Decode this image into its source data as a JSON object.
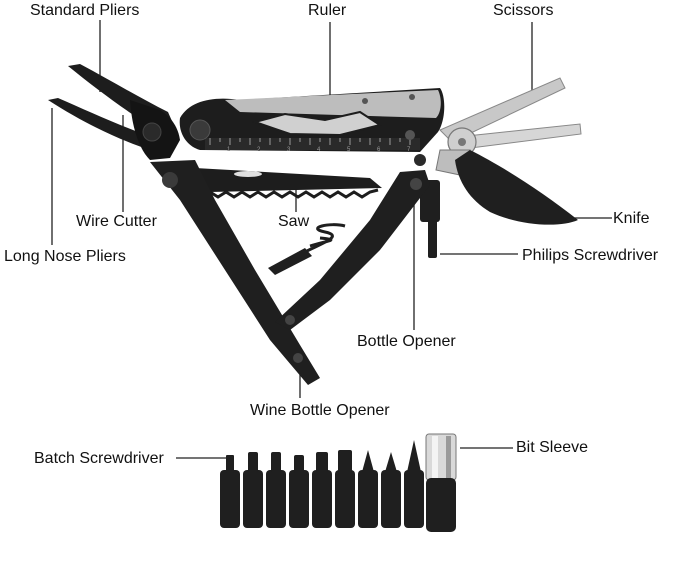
{
  "labels": {
    "standard_pliers": "Standard Pliers",
    "ruler": "Ruler",
    "scissors": "Scissors",
    "wire_cutter": "Wire Cutter",
    "saw": "Saw",
    "knife": "Knife",
    "long_nose_pliers": "Long Nose Pliers",
    "philips_screwdriver": "Philips Screwdriver",
    "bottle_opener": "Bottle Opener",
    "wine_bottle_opener": "Wine Bottle Opener",
    "batch_screwdriver": "Batch Screwdriver",
    "bit_sleeve": "Bit Sleeve"
  },
  "ruler_marks": [
    "1",
    "2",
    "3",
    "4",
    "5",
    "6",
    "7"
  ],
  "colors": {
    "tool_black": "#1a1a1a",
    "steel": "#b9b9b9",
    "steel_light": "#dcdcdc",
    "leader_line": "#222222",
    "label_text": "#111111"
  }
}
